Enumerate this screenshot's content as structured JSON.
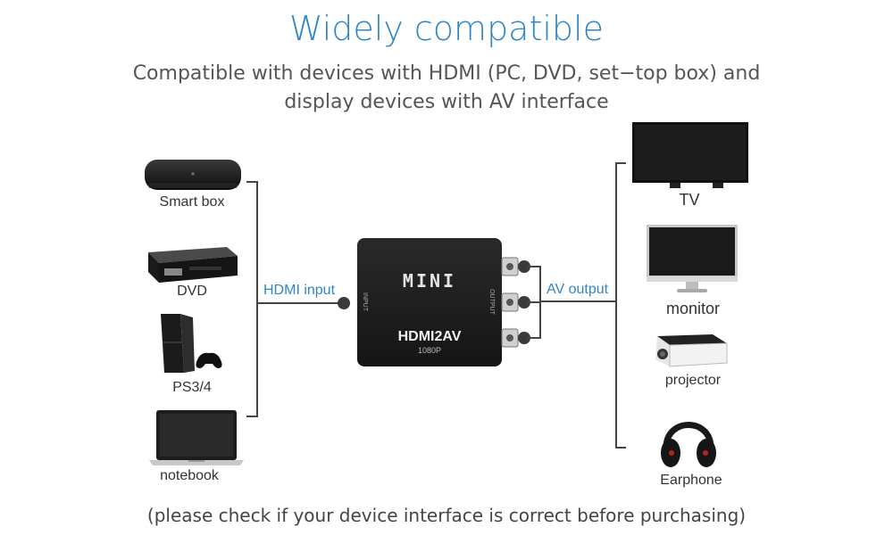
{
  "header": {
    "title": "Widely compatible",
    "subtitle_line1": "Compatible with devices with HDMI (PC, DVD, set−top box) and",
    "subtitle_line2": "display devices with AV interface"
  },
  "inputs": {
    "items": [
      {
        "label": "Smart box",
        "icon": "smart-box-icon"
      },
      {
        "label": "DVD",
        "icon": "dvd-player-icon"
      },
      {
        "label": "PS3/4",
        "icon": "game-console-icon"
      },
      {
        "label": "notebook",
        "icon": "laptop-icon"
      }
    ],
    "connector_label": "HDMI input"
  },
  "device": {
    "brand": "MINI",
    "model": "HDMI2AV",
    "resolution": "1080P",
    "input_port_label": "INPUT",
    "output_port_label": "OUTPUT"
  },
  "outputs": {
    "connector_label": "AV output",
    "items": [
      {
        "label": "TV",
        "icon": "tv-icon"
      },
      {
        "label": "monitor",
        "icon": "monitor-icon"
      },
      {
        "label": "projector",
        "icon": "projector-icon"
      },
      {
        "label": "Earphone",
        "icon": "headphones-icon"
      }
    ]
  },
  "footer": {
    "note": "(please check if your device interface is correct before purchasing)"
  },
  "colors": {
    "accent": "#2f86c6",
    "device_body": "#1e1e1e",
    "line": "#444444"
  }
}
